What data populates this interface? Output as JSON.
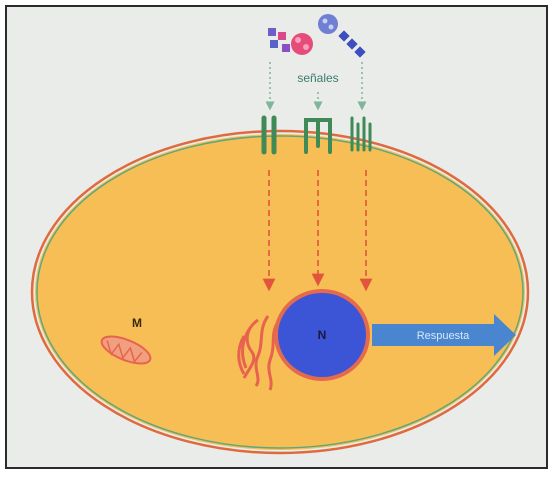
{
  "labels": {
    "signals": "señales",
    "mitochondrion": "M",
    "nucleus": "N",
    "response": "Respuesta"
  },
  "colors": {
    "background": "#e9ece8",
    "cytoplasm": "#f7be55",
    "membrane_outer": "#e06a3e",
    "membrane_inner": "#5fa87c",
    "receptor": "#3f8a56",
    "arrow": "#e2553c",
    "nucleus": "#3b55d6",
    "response_arrow": "#4a85cf",
    "organelle": "#e8634e"
  },
  "icons": [
    "square-molecule-icon",
    "round-molecule-icon",
    "diamond-molecule-icon",
    "receptor-icon",
    "mitochondrion-icon",
    "endoplasmic-reticulum-icon",
    "nucleus-icon",
    "response-arrow-icon"
  ]
}
